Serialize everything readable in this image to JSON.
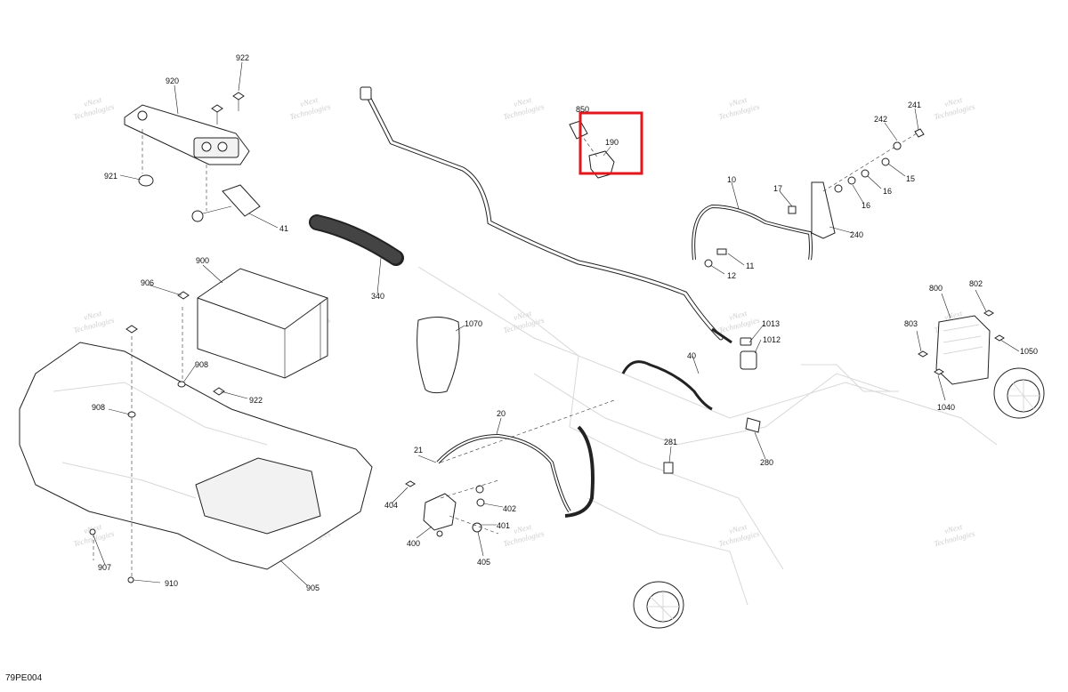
{
  "diagram_id": "79PE004",
  "watermark_lines": [
    "vNext",
    "Technologies"
  ],
  "highlight_color": "#e3161c",
  "highlighted_part": "190",
  "parts": {
    "p920": "920",
    "p922a": "922",
    "p921": "921",
    "p41": "41",
    "p850": "850",
    "p190": "190",
    "p241": "241",
    "p242": "242",
    "p15": "15",
    "p16a": "16",
    "p16b": "16",
    "p10": "10",
    "p17": "17",
    "p240": "240",
    "p11": "11",
    "p12": "12",
    "p900": "900",
    "p340": "340",
    "p906": "906",
    "p908a": "908",
    "p922b": "922",
    "p908b": "908",
    "p1070": "1070",
    "p1013": "1013",
    "p1012": "1012",
    "p40": "40",
    "p800": "800",
    "p802": "802",
    "p803": "803",
    "p1050": "1050",
    "p1040": "1040",
    "p20": "20",
    "p21": "21",
    "p281": "281",
    "p280": "280",
    "p404": "404",
    "p402": "402",
    "p401": "401",
    "p400": "400",
    "p405": "405",
    "p907": "907",
    "p910": "910",
    "p905": "905"
  }
}
